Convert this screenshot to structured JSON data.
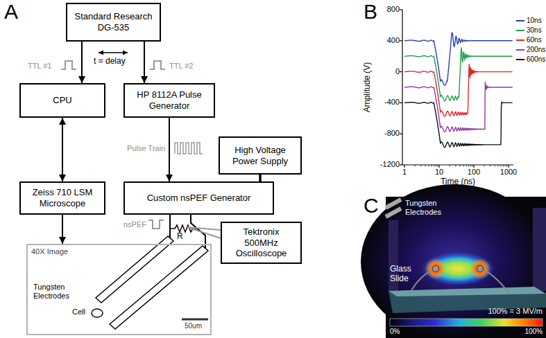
{
  "diagram": {
    "nodes": [
      {
        "text": [
          "Standard Research DG-535"
        ]
      },
      {
        "text": [
          "CPU"
        ]
      },
      {
        "text": [
          "HP 8112A Pulse Generator"
        ]
      },
      {
        "text": [
          "High Voltage Power Supply"
        ]
      },
      {
        "text": [
          "Custom nsPEF Generator"
        ]
      },
      {
        "text": [
          "Zeiss 710 LSM Microscope"
        ]
      },
      {
        "text": [
          "Tektronix 500MHz Oscilloscope"
        ]
      },
      {
        "text": [
          "40X Image"
        ]
      }
    ],
    "edges": [
      {
        "from": 0,
        "to": 1,
        "arrow": "to"
      },
      {
        "from": 0,
        "to": 2,
        "arrow": "to"
      },
      {
        "from": 1,
        "to": 5,
        "arrow": "both"
      },
      {
        "from": 2,
        "to": 4,
        "arrow": "to"
      },
      {
        "from": 3,
        "to": 4,
        "arrow": "none"
      },
      {
        "from": 5,
        "to": 7,
        "arrow": "to"
      }
    ],
    "labels": [
      "A",
      "TTL #1",
      "t = delay",
      "TTL #2",
      "Pulse Train",
      "nsPEF",
      "R",
      "Tungsten Electrodes",
      "Cell",
      "50um",
      "B",
      "800",
      "400",
      "0",
      "-400",
      "-800",
      "-1200",
      "Amplitude (V)",
      "1",
      "10",
      "100",
      "1000",
      "Time (ns)",
      "C",
      "Tungsten Electrodes",
      "Glass Slide",
      "100% = 3 MV/m",
      "0%",
      "100%"
    ],
    "legend": [
      {
        "text": "10ns",
        "color": "#2b3bb8"
      },
      {
        "text": "30ns",
        "color": "#1f9e4a"
      },
      {
        "text": "60ns",
        "color": "#e0262a"
      },
      {
        "text": "200ns",
        "color": "#8e3aa6"
      },
      {
        "text": "600ns",
        "color": "#111111"
      }
    ]
  }
}
